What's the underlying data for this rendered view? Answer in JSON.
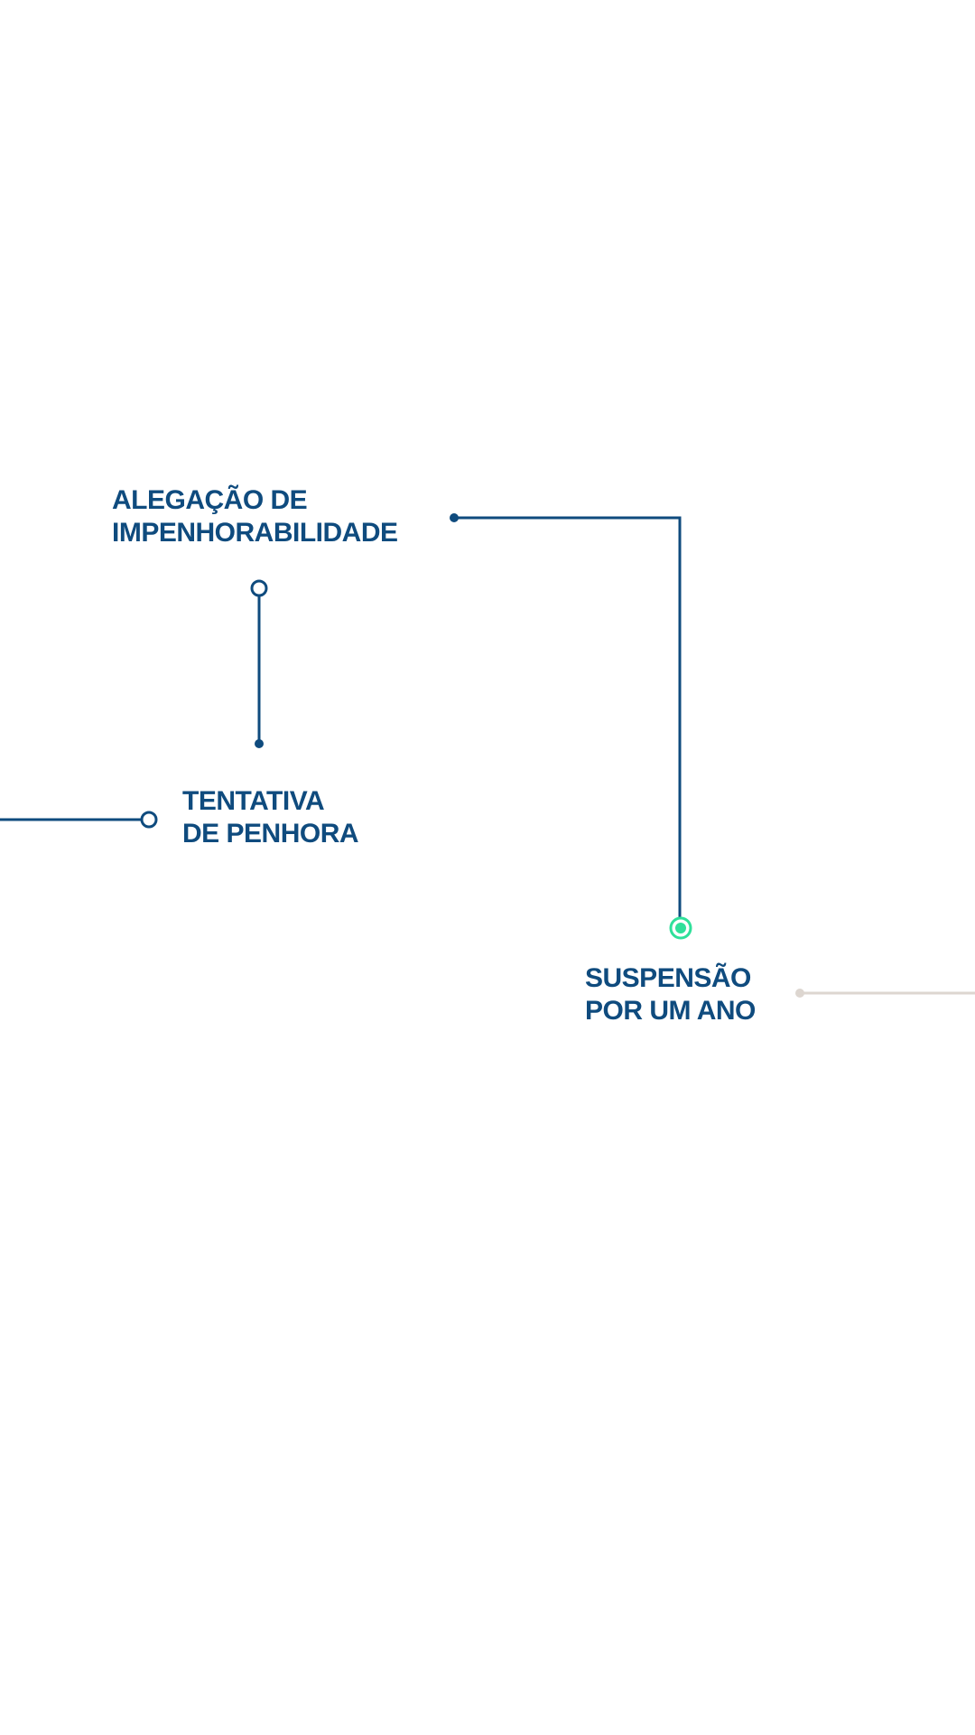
{
  "steps": {
    "alegacao": {
      "line1": "ALEGAÇÃO DE",
      "line2": "IMPENHORABILIDADE"
    },
    "tentativa": {
      "line1": "TENTATIVA",
      "line2": "DE PENHORA"
    },
    "suspensao": {
      "line1": "SUSPENSÃO",
      "line2": "POR UM ANO"
    }
  },
  "colors": {
    "primary": "#0f4b7e",
    "active": "#2fe09a",
    "inactive": "#ddd6d0",
    "background": "#ffffff"
  }
}
